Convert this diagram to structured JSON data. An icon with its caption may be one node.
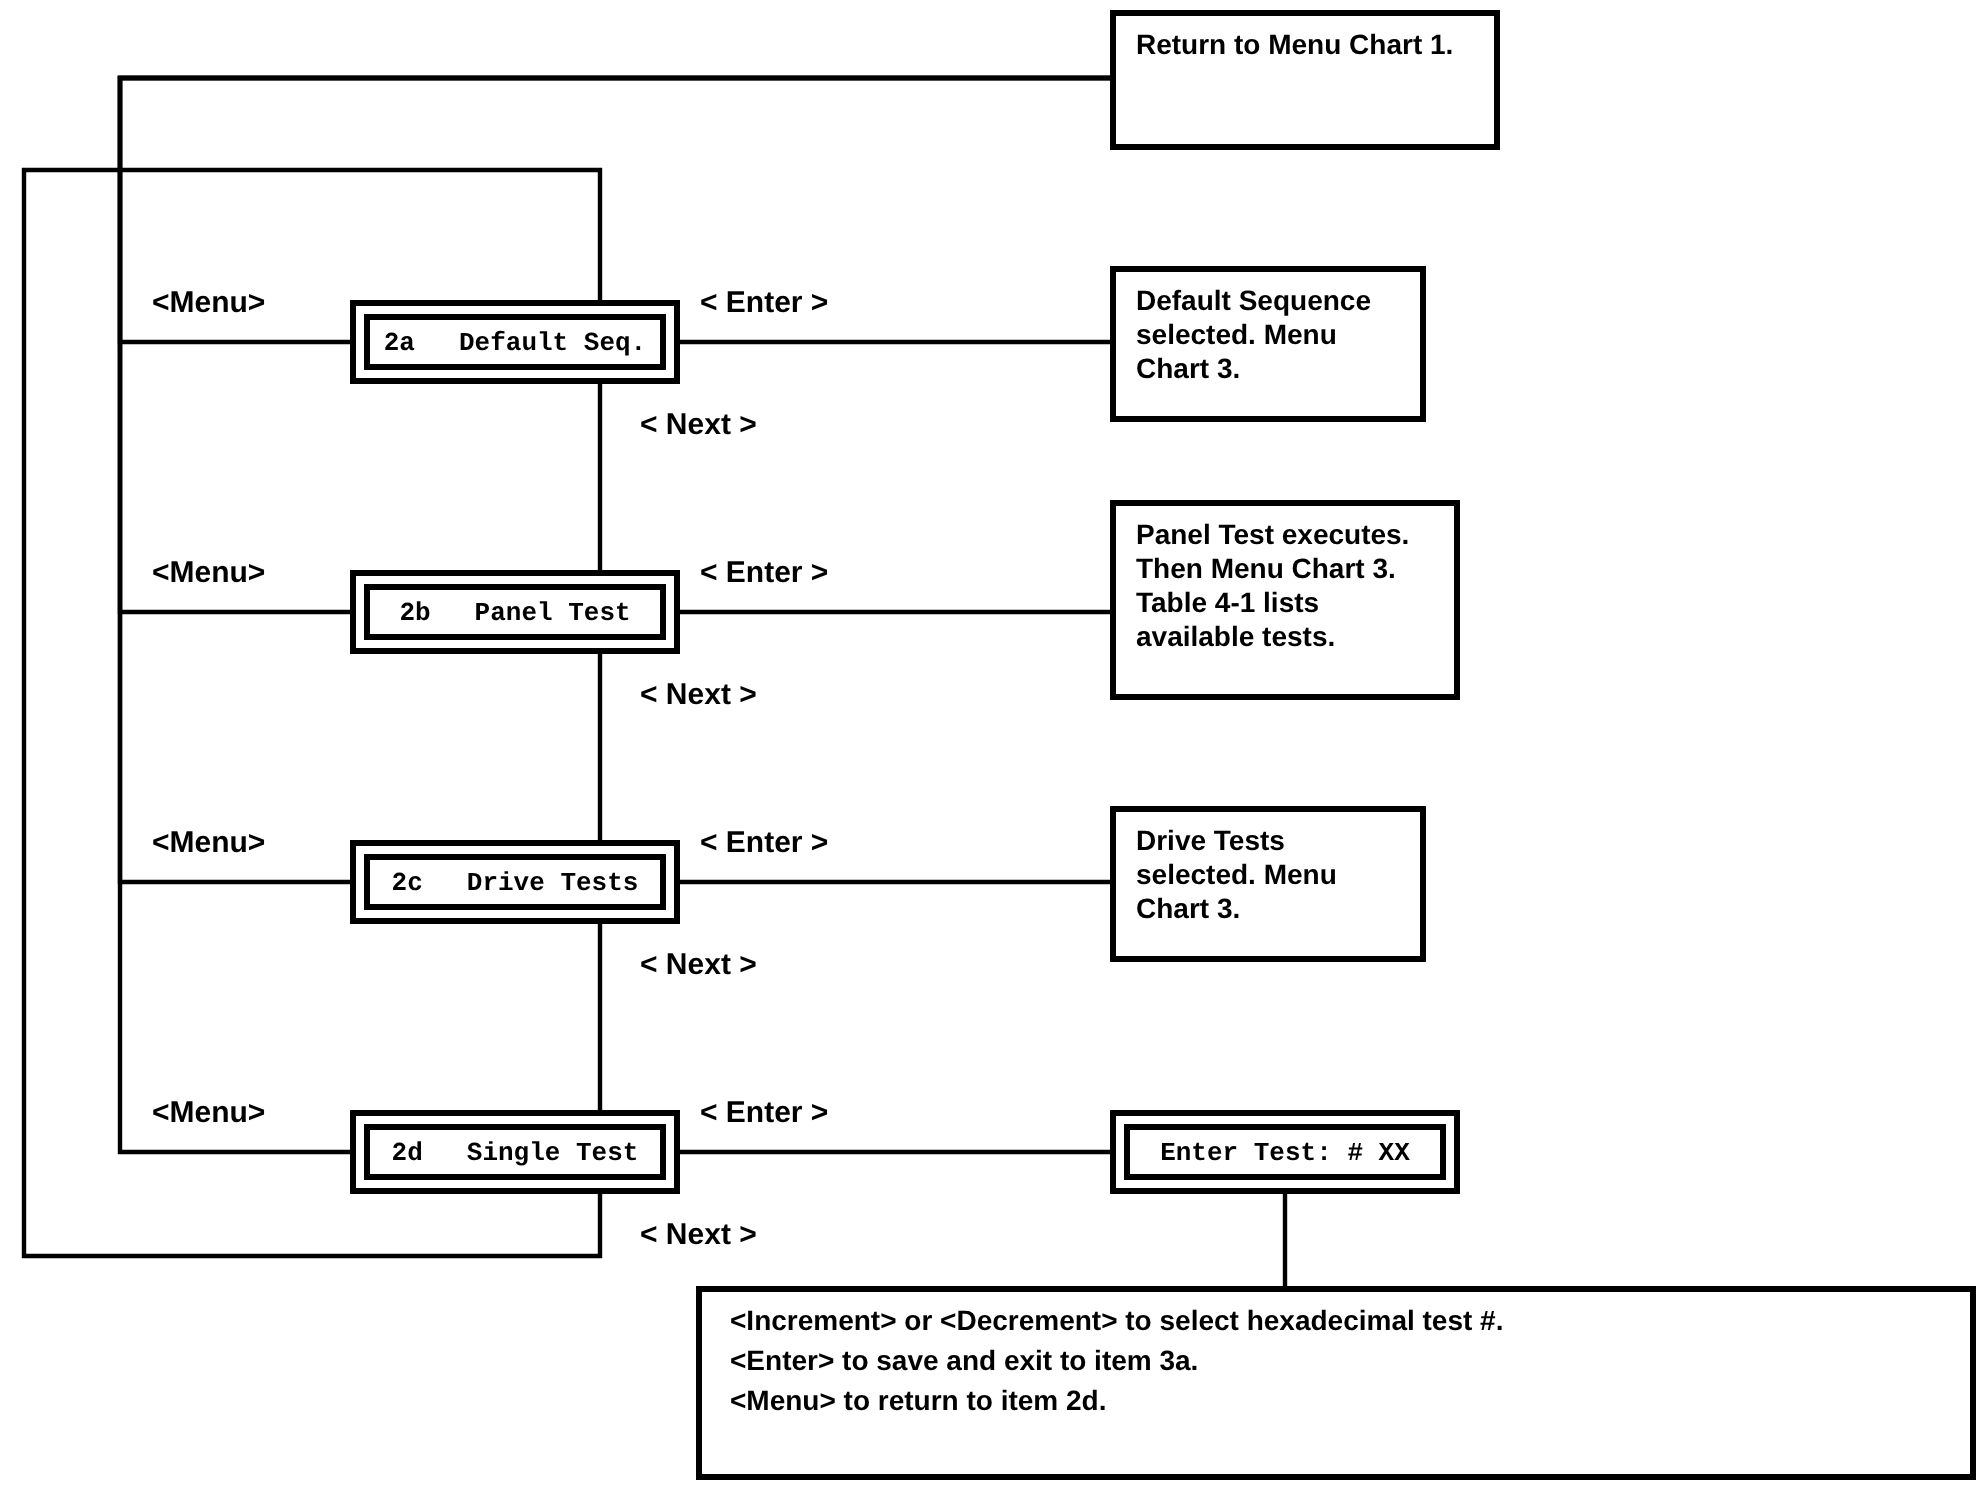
{
  "diagram": {
    "nodes": [
      {
        "text": [
          "Return to Menu Chart 1."
        ]
      },
      {
        "text": [
          "2a",
          "Default Seq."
        ]
      },
      {
        "text": [
          "Default Sequence selected. Menu Chart 3."
        ]
      },
      {
        "text": [
          "2b",
          "Panel Test"
        ]
      },
      {
        "text": [
          "Panel Test executes. Then Menu Chart 3. Table 4-1 lists available tests."
        ]
      },
      {
        "text": [
          "2c",
          "Drive Tests"
        ]
      },
      {
        "text": [
          "Drive Tests selected. Menu Chart 3."
        ]
      },
      {
        "text": [
          "2d",
          "Single Test"
        ]
      },
      {
        "text": [
          "Enter Test: # XX"
        ]
      },
      {
        "text": [
          "<Increment> or <Decrement> to select hexadecimal test #.",
          "<Enter> to save and exit to item 3a.",
          "<Menu> to return to item 2d."
        ]
      }
    ],
    "edges": [
      {
        "from": 1,
        "to": 0,
        "arrow": "none",
        "label": "<Menu>"
      },
      {
        "from": 3,
        "to": 0,
        "arrow": "none",
        "label": "<Menu>"
      },
      {
        "from": 5,
        "to": 0,
        "arrow": "none",
        "label": "<Menu>"
      },
      {
        "from": 7,
        "to": 0,
        "arrow": "none",
        "label": "<Menu>"
      },
      {
        "from": 1,
        "to": 2,
        "arrow": "none",
        "label": "< Enter >"
      },
      {
        "from": 3,
        "to": 4,
        "arrow": "none",
        "label": "< Enter >"
      },
      {
        "from": 5,
        "to": 6,
        "arrow": "none",
        "label": "< Enter >"
      },
      {
        "from": 7,
        "to": 8,
        "arrow": "none",
        "label": "< Enter >"
      },
      {
        "from": 1,
        "to": 3,
        "arrow": "none",
        "label": "< Next >"
      },
      {
        "from": 3,
        "to": 5,
        "arrow": "none",
        "label": "< Next >"
      },
      {
        "from": 5,
        "to": 7,
        "arrow": "none",
        "label": "< Next >"
      },
      {
        "from": 7,
        "to": 1,
        "arrow": "none",
        "label": "< Next >"
      },
      {
        "from": 8,
        "to": 9,
        "arrow": "none"
      }
    ]
  }
}
